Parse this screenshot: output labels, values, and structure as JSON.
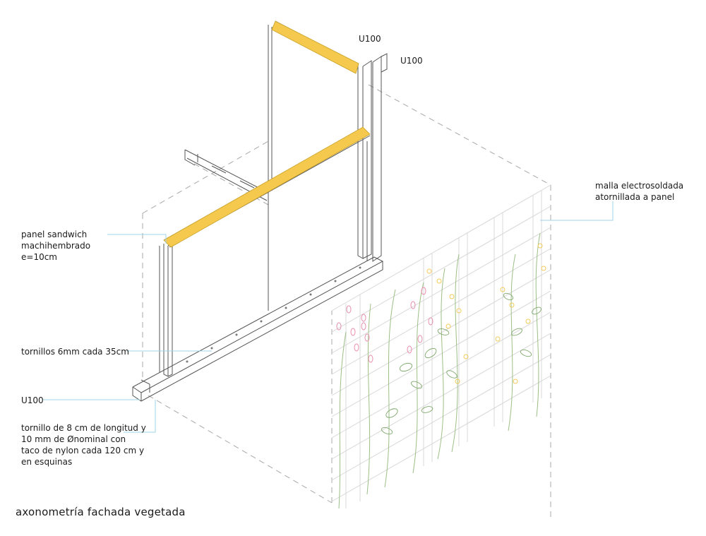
{
  "title": "axonometría fachada vegetada",
  "labels": {
    "u100_top_a": "U100",
    "u100_top_b": "U100",
    "u100_bottom": "U100",
    "panel": [
      "panel sandwich",
      "machihembrado",
      "e=10cm"
    ],
    "screws": "tornillos 6mm cada 35cm",
    "anchor": [
      "tornillo de 8 cm de longitud y",
      "10 mm de Ønominal con",
      "taco de nylon cada 120 cm y",
      "en esquinas"
    ],
    "mesh": [
      "malla electrosoldada",
      "atornillada a panel"
    ]
  },
  "colors": {
    "panel_edge": "#f5c84e",
    "leader": "#9fd4e6",
    "line": "#555555",
    "dash": "#a8a8a8",
    "mesh": "#d8d8d8",
    "flower_pink": "#e98fb0",
    "flower_yellow": "#f2cb5a",
    "stem": "#9cbf86"
  }
}
